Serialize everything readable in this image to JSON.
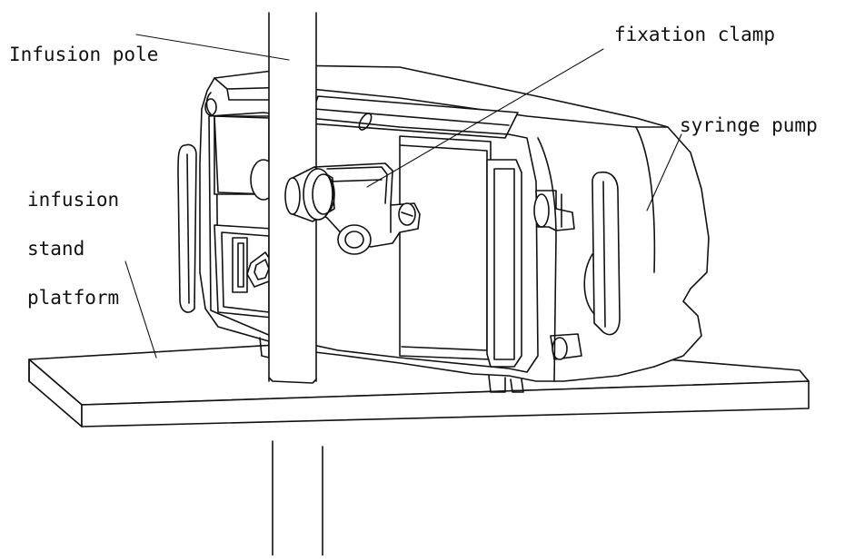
{
  "labels": {
    "pole": "Infusion pole",
    "clamp": "fixation clamp",
    "pump": "syringe pump",
    "stand_line1": "infusion",
    "stand_line2": "stand",
    "stand_line3": "platform"
  },
  "colors": {
    "line": "#111111",
    "background": "#ffffff"
  }
}
